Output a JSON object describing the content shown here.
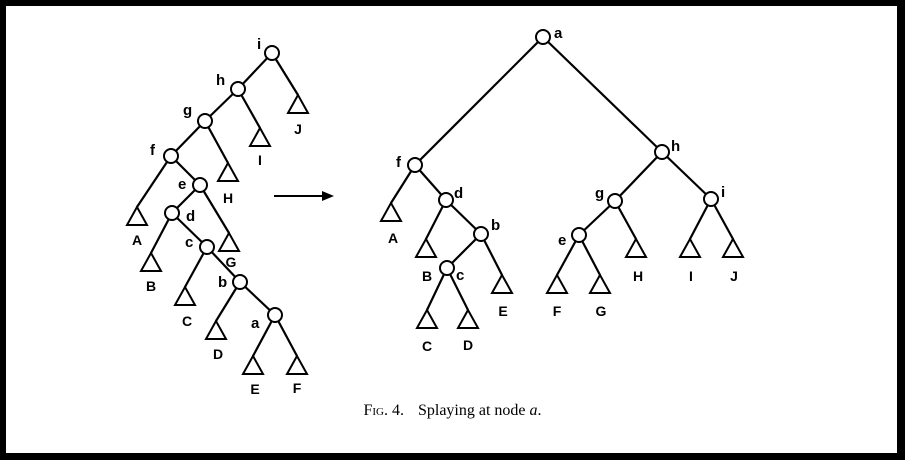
{
  "figure": {
    "caption": {
      "label": "Fig. 4.",
      "text": "Splaying at node ",
      "emphasis": "a",
      "end": "."
    },
    "before_tree": {
      "nodes": [
        {
          "id": "i",
          "label": "i"
        },
        {
          "id": "h",
          "label": "h"
        },
        {
          "id": "g",
          "label": "g"
        },
        {
          "id": "f",
          "label": "f"
        },
        {
          "id": "e",
          "label": "e"
        },
        {
          "id": "d",
          "label": "d"
        },
        {
          "id": "c",
          "label": "c"
        },
        {
          "id": "b",
          "label": "b"
        },
        {
          "id": "a",
          "label": "a"
        }
      ],
      "edges": [
        [
          "i",
          "h"
        ],
        [
          "h",
          "g"
        ],
        [
          "g",
          "f"
        ],
        [
          "f",
          "e"
        ],
        [
          "e",
          "d"
        ],
        [
          "d",
          "c"
        ],
        [
          "c",
          "b"
        ],
        [
          "b",
          "a"
        ]
      ],
      "subtrees": [
        {
          "label": "J",
          "parent": "i"
        },
        {
          "label": "I",
          "parent": "h"
        },
        {
          "label": "H",
          "parent": "g"
        },
        {
          "label": "A",
          "parent": "f"
        },
        {
          "label": "G",
          "parent": "e"
        },
        {
          "label": "B",
          "parent": "d"
        },
        {
          "label": "C",
          "parent": "c"
        },
        {
          "label": "D",
          "parent": "b"
        },
        {
          "label": "E",
          "parent": "a"
        },
        {
          "label": "F",
          "parent": "a"
        }
      ]
    },
    "after_tree": {
      "nodes": [
        {
          "id": "a",
          "label": "a"
        },
        {
          "id": "f",
          "label": "f"
        },
        {
          "id": "d",
          "label": "d"
        },
        {
          "id": "b",
          "label": "b"
        },
        {
          "id": "c",
          "label": "c"
        },
        {
          "id": "h",
          "label": "h"
        },
        {
          "id": "g",
          "label": "g"
        },
        {
          "id": "e",
          "label": "e"
        },
        {
          "id": "i",
          "label": "i"
        }
      ],
      "edges": [
        [
          "a",
          "f"
        ],
        [
          "a",
          "h"
        ],
        [
          "f",
          "d"
        ],
        [
          "d",
          "b"
        ],
        [
          "b",
          "c"
        ],
        [
          "h",
          "g"
        ],
        [
          "h",
          "i"
        ],
        [
          "g",
          "e"
        ]
      ],
      "subtrees": [
        {
          "label": "A",
          "parent": "f"
        },
        {
          "label": "B",
          "parent": "d"
        },
        {
          "label": "E",
          "parent": "b"
        },
        {
          "label": "C",
          "parent": "c"
        },
        {
          "label": "D",
          "parent": "c"
        },
        {
          "label": "F",
          "parent": "e"
        },
        {
          "label": "G",
          "parent": "e"
        },
        {
          "label": "H",
          "parent": "g"
        },
        {
          "label": "I",
          "parent": "i"
        },
        {
          "label": "J",
          "parent": "i"
        }
      ]
    }
  }
}
